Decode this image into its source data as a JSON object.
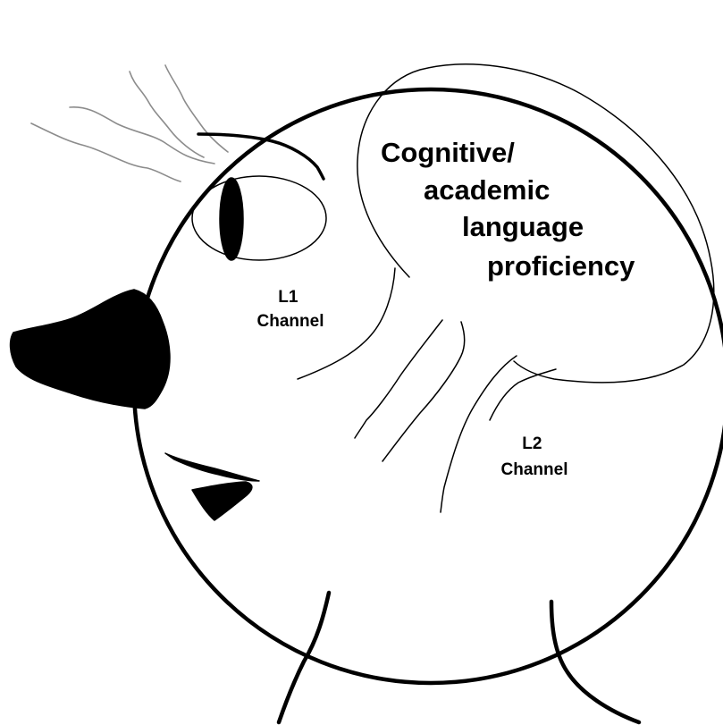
{
  "diagram": {
    "bubble_label_lines": [
      "Cognitive/",
      "academic",
      "language",
      "proficiency"
    ],
    "l1_channel_lines": [
      "L1",
      "Channel"
    ],
    "l2_channel_lines": [
      "L2",
      "Channel"
    ]
  },
  "colors": {
    "ink": "#000000",
    "hair": "#8c8c8c",
    "background": "#ffffff"
  }
}
